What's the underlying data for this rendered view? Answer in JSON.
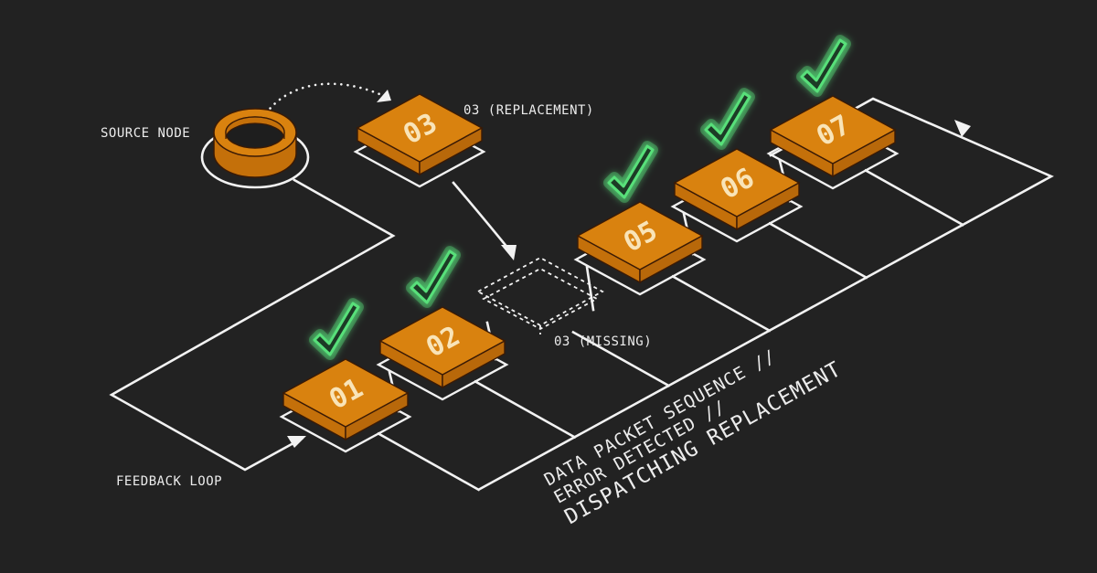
{
  "labels": {
    "source_node": "SOURCE NODE",
    "replacement": "03 (REPLACEMENT)",
    "missing": "03 (MISSING)",
    "feedback_loop": "FEEDBACK LOOP",
    "status_lines": [
      "DATA PACKET SEQUENCE //",
      "ERROR DETECTED //",
      "DISPATCHING REPLACEMENT"
    ]
  },
  "packets": [
    {
      "id": "01",
      "status": "verified"
    },
    {
      "id": "02",
      "status": "verified"
    },
    {
      "id": "03",
      "status": "missing"
    },
    {
      "id": "05",
      "status": "verified"
    },
    {
      "id": "06",
      "status": "verified"
    },
    {
      "id": "07",
      "status": "verified"
    }
  ],
  "replacement_packet": {
    "id": "03",
    "status": "in-transit"
  },
  "colors": {
    "background": "#222222",
    "tile_top": "#d9820f",
    "tile_side_left": "#c4700a",
    "tile_side_right": "#b8680a",
    "tile_edge": "#3a1a05",
    "tile_text": "#f9e4b8",
    "line": "#f2f2f2",
    "check": "#58e07a"
  },
  "icons": {
    "check": "check-icon",
    "source": "ring-icon",
    "arrow": "arrowhead-icon"
  }
}
